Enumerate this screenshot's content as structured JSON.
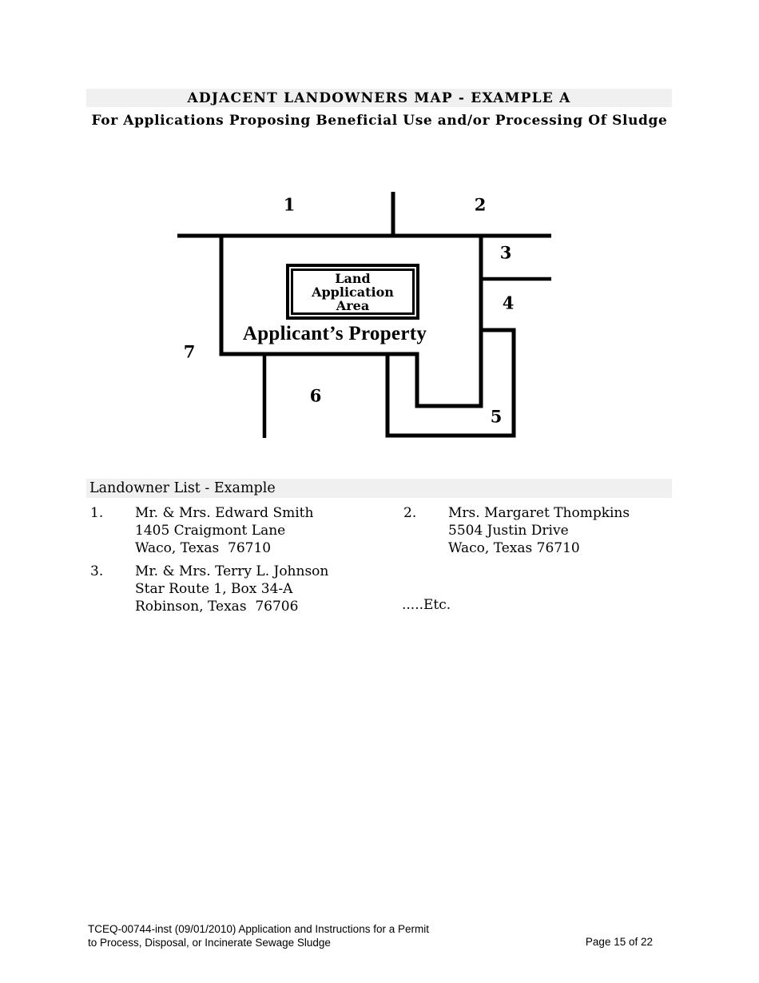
{
  "page": {
    "title": "ADJACENT LANDOWNERS MAP - EXAMPLE A",
    "subtitle": "For Applications Proposing Beneficial Use and/or Processing Of Sludge"
  },
  "map": {
    "area_labels": [
      "1",
      "2",
      "3",
      "4",
      "5",
      "6",
      "7"
    ],
    "land_application_area": {
      "line1": "Land",
      "line2": "Application",
      "line3": "Area"
    },
    "applicant_property_label": "Applicant’s Property"
  },
  "landowner_list": {
    "header": "Landowner List - Example",
    "entries": [
      {
        "number": "1.",
        "lines": [
          "Mr. & Mrs. Edward Smith",
          "1405 Craigmont Lane",
          "Waco, Texas  76710"
        ]
      },
      {
        "number": "2.",
        "lines": [
          "Mrs. Margaret Thompkins",
          "5504 Justin Drive",
          "Waco, Texas 76710"
        ]
      },
      {
        "number": "3.",
        "lines": [
          "Mr. & Mrs. Terry L. Johnson",
          "Star Route 1, Box 34-A",
          "Robinson, Texas  76706"
        ]
      }
    ],
    "etc_note": ".....Etc."
  },
  "footer": {
    "line1": "TCEQ-00744-inst (09/01/2010) Application and Instructions for a Permit",
    "line2": "to Process, Disposal, or Incinerate Sewage Sludge",
    "page_number": "Page 15 of 22"
  },
  "colors": {
    "bar_background": "#f0f0f0",
    "ink": "#000000"
  }
}
